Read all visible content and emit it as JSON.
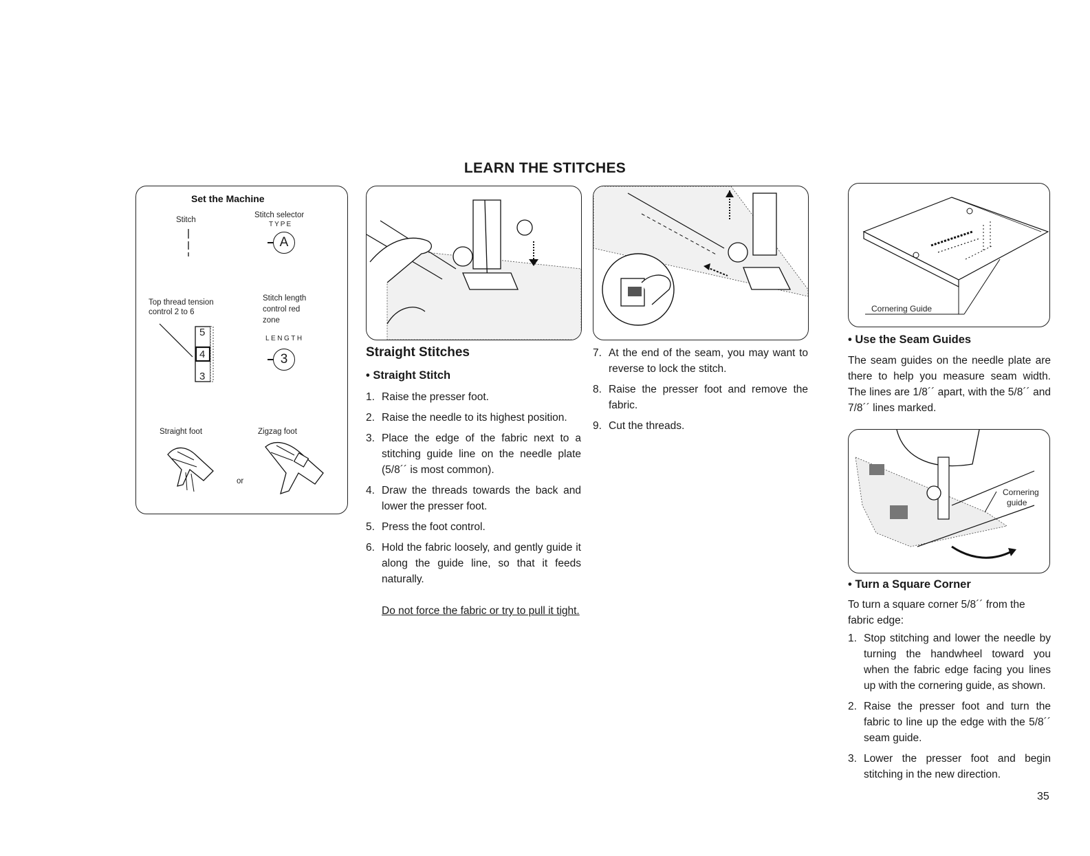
{
  "page_title": "LEARN THE STITCHES",
  "set_machine": {
    "title": "Set the Machine",
    "stitch_label": "Stitch",
    "selector_label": "Stitch selector",
    "type_label": "TYPE",
    "type_value": "A",
    "tension_label_1": "Top thread tension",
    "tension_label_2": "control 2 to 6",
    "tension_numbers": [
      "5",
      "4",
      "3"
    ],
    "length_label_1": "Stitch length",
    "length_label_2": "control red",
    "length_label_3": "zone",
    "length_label": "LENGTH",
    "length_value": "3",
    "straight_foot": "Straight foot",
    "or": "or",
    "zigzag_foot": "Zigzag foot"
  },
  "straight": {
    "heading": "Straight Stitches",
    "sub": "• Straight Stitch",
    "steps": [
      {
        "n": "1.",
        "t": "Raise the presser foot."
      },
      {
        "n": "2.",
        "t": "Raise the needle to its highest position."
      },
      {
        "n": "3.",
        "t": "Place the edge of the fabric next to a stitching guide line on the needle plate (5/8´´ is most common)."
      },
      {
        "n": "4.",
        "t": "Draw the threads towards the back and lower the presser foot."
      },
      {
        "n": "5.",
        "t": "Press the foot control."
      },
      {
        "n": "6.",
        "t": "Hold the fabric loosely, and gently guide it along the guide line, so that it feeds naturally."
      }
    ],
    "warning": "Do not force the fabric or try to pull it tight."
  },
  "continued_steps": [
    {
      "n": "7.",
      "t": "At the end of the seam, you may want to reverse to lock the stitch."
    },
    {
      "n": "8.",
      "t": "Raise the presser foot and remove the fabric."
    },
    {
      "n": "9.",
      "t": "Cut the threads."
    }
  ],
  "seam_guides": {
    "fig_label": "Cornering Guide",
    "heading": "• Use the Seam Guides",
    "text": "The seam guides on the needle plate are there to help you measure seam width. The lines are 1/8´´ apart, with the 5/8´´ and 7/8´´ lines marked."
  },
  "corner": {
    "fig_label_1": "Cornering",
    "fig_label_2": "guide",
    "heading": "• Turn a Square Corner",
    "intro": "To turn a square corner 5/8´´ from the fabric edge:",
    "steps": [
      {
        "n": "1.",
        "t": "Stop stitching and lower the needle by turning the handwheel toward you when the fabric edge facing you lines up with the cornering guide, as shown."
      },
      {
        "n": "2.",
        "t": "Raise the presser foot and turn the fabric to line up the edge with the 5/8´´ seam guide."
      },
      {
        "n": "3.",
        "t": "Lower the presser foot and begin stitching in the new direction."
      }
    ]
  },
  "page_number": "35"
}
